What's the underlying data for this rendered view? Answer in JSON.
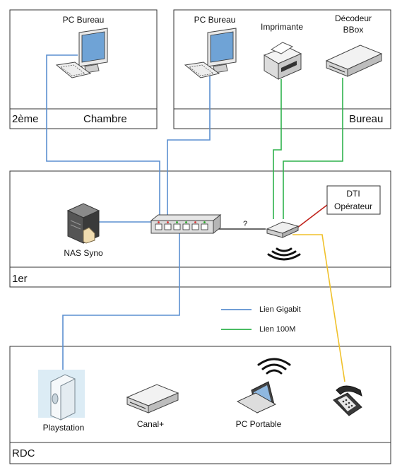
{
  "rooms": {
    "deuxieme": {
      "floor_label": "2ème",
      "room_label": "Chambre"
    },
    "bureau": {
      "room_label": "Bureau"
    },
    "premier": {
      "floor_label": "1er"
    },
    "rdc": {
      "floor_label": "RDC"
    }
  },
  "devices": {
    "pc_bureau_2": "PC Bureau",
    "pc_bureau_1": "PC Bureau",
    "imprimante": "Imprimante",
    "decodeur_line1": "Décodeur",
    "decodeur_line2": "BBox",
    "dti_line1": "DTI",
    "dti_line2": "Opérateur",
    "nas": "NAS Syno",
    "playstation": "Playstation",
    "canal": "Canal+",
    "pc_portable": "PC Portable"
  },
  "link_unknown_label": "?",
  "legend": {
    "gigabit": "Lien Gigabit",
    "m100": "Lien 100M"
  },
  "colors": {
    "gigabit": "#5b8fd0",
    "m100": "#2fb24c",
    "operator": "#c0231c",
    "phone": "#f0c12b"
  }
}
